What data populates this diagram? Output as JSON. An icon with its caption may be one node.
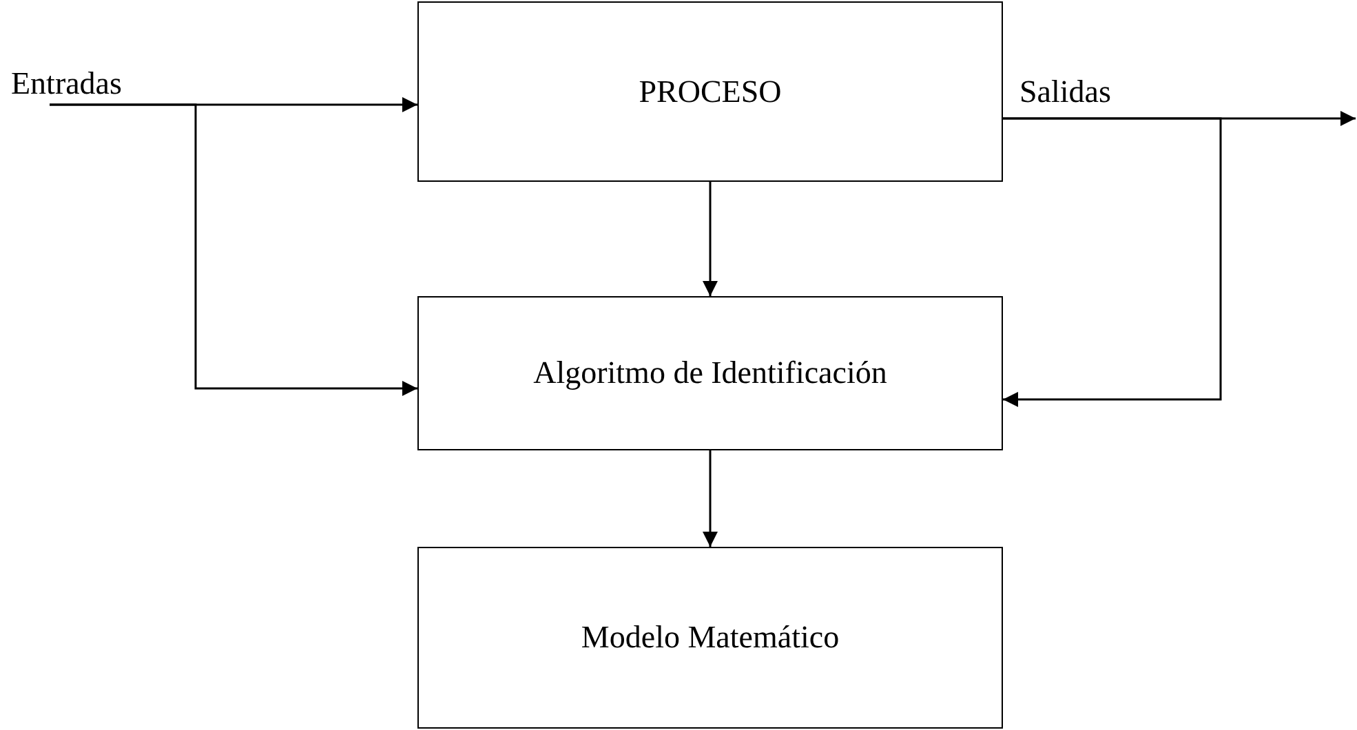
{
  "diagram": {
    "nodes": [
      {
        "text": [
          "Entradas"
        ]
      },
      {
        "text": [
          "PROCESO"
        ]
      },
      {
        "text": [
          "Algoritmo de Identificación"
        ]
      },
      {
        "text": [
          "Modelo Matemático"
        ]
      }
    ],
    "edges": [
      {
        "from": 0,
        "to": 1,
        "arrow": "to"
      },
      {
        "from": 0,
        "to": 2,
        "arrow": "to"
      },
      {
        "from": 1,
        "to": 2,
        "arrow": "to"
      },
      {
        "from": 1,
        "to": null,
        "arrow": "to"
      },
      {
        "from": 1,
        "to": 2,
        "arrow": "to"
      },
      {
        "from": 2,
        "to": 3,
        "arrow": "to"
      }
    ],
    "labels": [
      "Salidas"
    ]
  }
}
